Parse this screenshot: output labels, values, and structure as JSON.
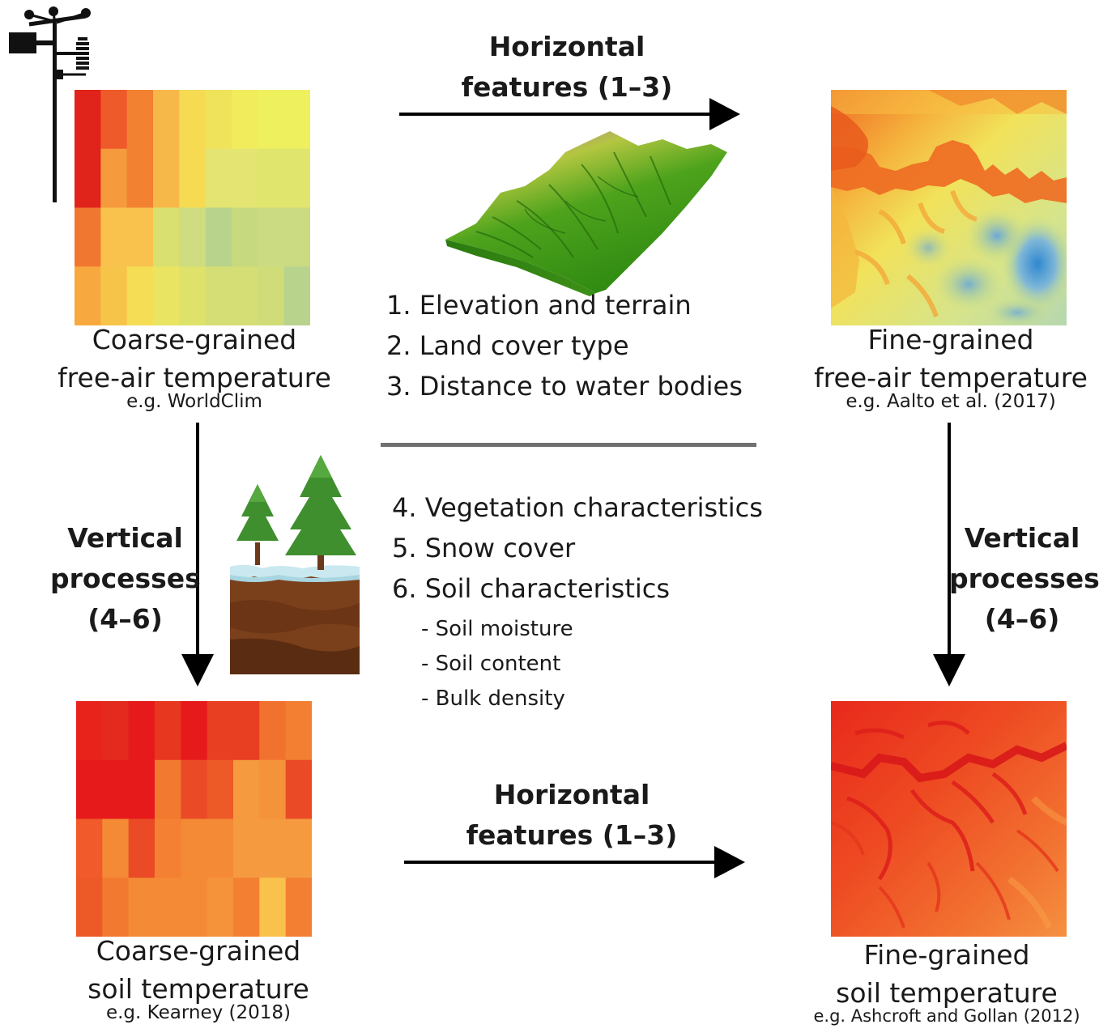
{
  "panels": {
    "top_left": {
      "title_line1": "Coarse-grained",
      "title_line2": "free-air temperature",
      "source": "e.g. WorldClim"
    },
    "top_right": {
      "title_line1": "Fine-grained",
      "title_line2": "free-air temperature",
      "source": "e.g. Aalto et al. (2017)"
    },
    "bottom_left": {
      "title_line1": "Coarse-grained",
      "title_line2": "soil temperature",
      "source": "e.g. Kearney (2018)"
    },
    "bottom_right": {
      "title_line1": "Fine-grained",
      "title_line2": "soil temperature",
      "source": "e.g. Ashcroft and Gollan (2012)"
    }
  },
  "arrows": {
    "top_horizontal": {
      "line1": "Horizontal",
      "line2": "features (1–3)"
    },
    "bottom_horizontal": {
      "line1": "Horizontal",
      "line2": "features (1–3)"
    },
    "left_vertical": {
      "line1": "Vertical",
      "line2": "processes",
      "line3": "(4–6)"
    },
    "right_vertical": {
      "line1": "Vertical",
      "line2": "processes",
      "line3": "(4–6)"
    }
  },
  "horizontal_features": [
    "1. Elevation and terrain",
    "2. Land cover type",
    "3. Distance to water bodies"
  ],
  "vertical_processes": [
    "4. Vegetation characteristics",
    "5. Snow cover",
    "6. Soil characteristics"
  ],
  "soil_sub_items": [
    "- Soil moisture",
    "- Soil content",
    "- Bulk density"
  ],
  "icons": [
    "weather-station-icon",
    "terrain-3d-icon",
    "trees-soil-icon"
  ],
  "colors": {
    "arrow": "#000000",
    "divider": "#707070",
    "coarse_air_grid": [
      [
        "#e0231b",
        "#ef5a2a",
        "#f28131",
        "#f7b84a",
        "#f5da52",
        "#eee35a",
        "#f1ec5c",
        "#eef05e",
        "#eef05e"
      ],
      [
        "#e0231b",
        "#f59a3d",
        "#f28131",
        "#f7b84a",
        "#f5da52",
        "#e3e472",
        "#e3e472",
        "#e0e56e",
        "#e0e56e"
      ],
      [
        "#f0772f",
        "#f9c24d",
        "#f9c24d",
        "#d9e06f",
        "#cfdc80",
        "#b8d38c",
        "#c7d97f",
        "#cbdb82",
        "#cbdb82"
      ],
      [
        "#f7a93f",
        "#f7c44a",
        "#f5dd55",
        "#e9e462",
        "#dfe26a",
        "#d5de74",
        "#d5de74",
        "#d0dc78",
        "#b8d38c"
      ]
    ],
    "coarse_soil_grid": [
      [
        "#e8231c",
        "#e42a1e",
        "#e61a1b",
        "#e8371f",
        "#e61a1b",
        "#e83e22",
        "#e83e22",
        "#f1722e",
        "#f38032"
      ],
      [
        "#e61a1b",
        "#e61a1b",
        "#e61a1b",
        "#f27a30",
        "#ea4b26",
        "#ed5a28",
        "#f59a3e",
        "#f5933a",
        "#ea4b26"
      ],
      [
        "#f15a2a",
        "#f48a36",
        "#ea4b26",
        "#f38033",
        "#f48a36",
        "#f48a36",
        "#f59a3e",
        "#f59a3e",
        "#f59a3e"
      ],
      [
        "#ed5a28",
        "#f27a30",
        "#f48a36",
        "#f48a36",
        "#f48a36",
        "#f5933a",
        "#f38032",
        "#f9c24d",
        "#f38032"
      ]
    ]
  }
}
